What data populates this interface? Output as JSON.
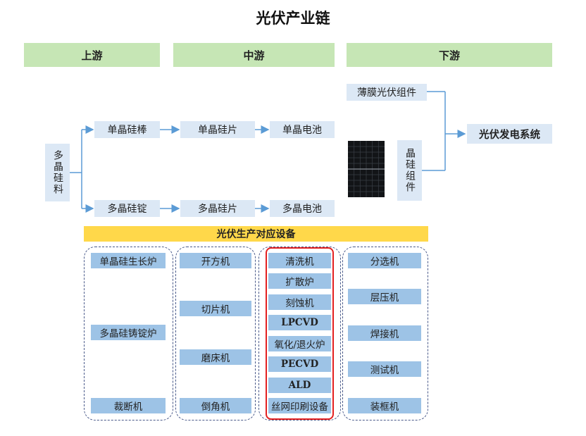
{
  "title": "光伏产业链",
  "stages": {
    "upstream": "上游",
    "midstream": "中游",
    "downstream": "下游"
  },
  "materials": {
    "polysilicon": "多晶硅料",
    "mono_rod": "单晶硅棒",
    "mono_wafer": "单晶硅片",
    "mono_cell": "单晶电池",
    "multi_ingot": "多晶硅锭",
    "multi_wafer": "多晶硅片",
    "multi_cell": "多晶电池",
    "thin_film_module": "薄膜光伏组件",
    "crystalline_module": "晶硅组件",
    "pv_system": "光伏发电系统"
  },
  "equipment_title": "光伏生产对应设备",
  "equipment_groups": [
    [
      "单晶硅生长炉",
      "多晶硅铸锭炉",
      "裁断机"
    ],
    [
      "开方机",
      "切片机",
      "磨床机",
      "倒角机"
    ],
    [
      "清洗机",
      "扩散炉",
      "刻蚀机",
      "LPCVD",
      "氧化/退火炉",
      "PECVD",
      "ALD",
      "丝网印刷设备"
    ],
    [
      "分选机",
      "层压机",
      "焊接机",
      "测试机",
      "装框机"
    ]
  ],
  "colors": {
    "stage_header": "#c6e6b5",
    "material_box": "#dce8f5",
    "equipment_box": "#9dc3e6",
    "equipment_banner": "#ffd84a",
    "highlight_frame": "#e32020",
    "arrow": "#5b9bd5"
  }
}
